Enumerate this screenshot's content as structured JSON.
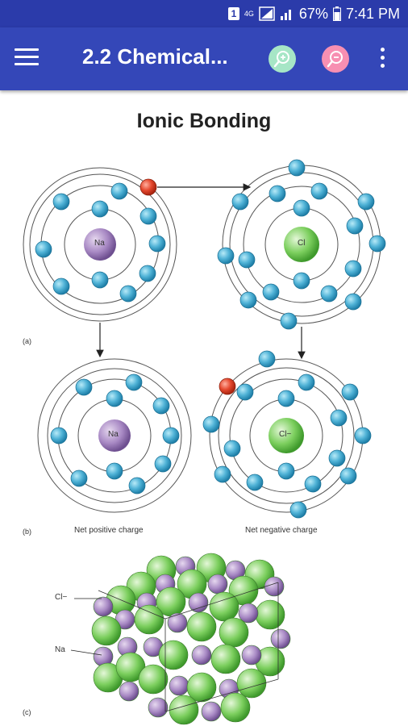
{
  "status_bar": {
    "sim_badge": "1",
    "network": "4G",
    "battery": "67%",
    "time": "7:41 PM"
  },
  "app_bar": {
    "title": "2.2 Chemical...",
    "icons": {
      "menu": "menu-icon",
      "zoom_in": "zoom-in-icon",
      "zoom_out": "zoom-out-icon",
      "more": "more-vert-icon"
    },
    "colors": {
      "bar": "#3447b8",
      "status": "#2b3baa",
      "zoom_in": "#a6e6c6",
      "zoom_out": "#f78fb2"
    }
  },
  "content": {
    "heading": "Ionic Bonding",
    "labels": {
      "part_a": "(a)",
      "part_b": "(b)",
      "part_c": "(c)",
      "na": "Na",
      "cl": "Cl",
      "na_ion": "Na",
      "cl_ion": "Cl−",
      "net_positive": "Net positive charge",
      "net_negative": "Net negative charge",
      "crystal_cl": "Cl−",
      "crystal_na": "Na"
    }
  }
}
